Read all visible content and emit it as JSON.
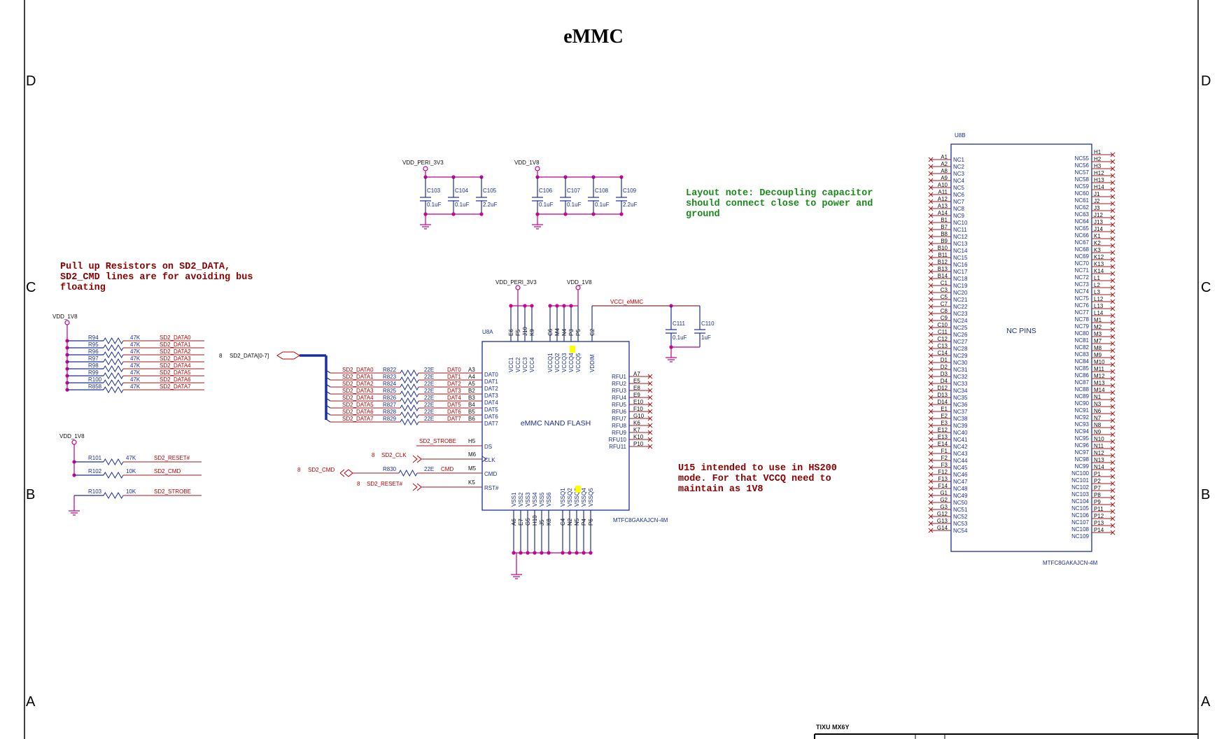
{
  "sheet": {
    "title": "eMMC",
    "zones_left": [
      "D",
      "C",
      "B",
      "A"
    ],
    "zones_right": [
      "D",
      "C",
      "B",
      "A"
    ],
    "title_block_label": "TIXU MX6Y"
  },
  "notes": {
    "pullup": [
      "Pull up Resistors on  SD2_DATA,",
      "SD2_CMD lines are for avoiding bus",
      "floating"
    ],
    "layout": [
      "Layout note: Decoupling capacitor",
      "should connect close to power and",
      "ground"
    ],
    "hs200": [
      "U15 intended to use in HS200",
      "mode. For that VCCQ need to",
      "maintain as 1V8"
    ]
  },
  "decoupling": {
    "left": {
      "rail": "VDD_PERI_3V3",
      "caps": [
        {
          "ref": "C103",
          "value": "0.1uF"
        },
        {
          "ref": "C104",
          "value": "0.1uF"
        },
        {
          "ref": "C105",
          "value": "2.2uF"
        }
      ]
    },
    "right": {
      "rail": "VDD_1V8",
      "caps": [
        {
          "ref": "C106",
          "value": "0.1uF"
        },
        {
          "ref": "C107",
          "value": "0.1uF"
        },
        {
          "ref": "C108",
          "value": "0.1uF"
        },
        {
          "ref": "C109",
          "value": "2.2uF"
        }
      ]
    }
  },
  "pullups_data": {
    "rail": "VDD_1V8",
    "rows": [
      {
        "ref": "R94",
        "value": "47K",
        "net": "SD2_DATA0"
      },
      {
        "ref": "R95",
        "value": "47K",
        "net": "SD2_DATA1"
      },
      {
        "ref": "R96",
        "value": "47K",
        "net": "SD2_DATA2"
      },
      {
        "ref": "R97",
        "value": "47K",
        "net": "SD2_DATA3"
      },
      {
        "ref": "R98",
        "value": "47K",
        "net": "SD2_DATA4"
      },
      {
        "ref": "R99",
        "value": "47K",
        "net": "SD2_DATA5"
      },
      {
        "ref": "R100",
        "value": "47K",
        "net": "SD2_DATA6"
      },
      {
        "ref": "R858",
        "value": "47K",
        "net": "SD2_DATA7"
      }
    ]
  },
  "pullups_ctrl": {
    "rail": "VDD_1V8",
    "rows": [
      {
        "ref": "R101",
        "value": "47K",
        "net": "SD2_RESET#"
      },
      {
        "ref": "R102",
        "value": "10K",
        "net": "SD2_CMD"
      },
      {
        "ref": "R103",
        "value": "10K",
        "net": "SD2_STROBE"
      }
    ]
  },
  "bus": {
    "sheet": "8",
    "label": "SD2_DATA[0-7]"
  },
  "u8a": {
    "ref": "U8A",
    "name": "eMMC NAND FLASH",
    "part": "MTFC8GAKAJCN-4M",
    "rail_peri": "VDD_PERI_3V3",
    "rail_1v8": "VDD_1V8",
    "vcci_net": "VCCI_eMMC",
    "vcci_caps": [
      {
        "ref": "C111",
        "value": "0.1uF"
      },
      {
        "ref": "C110",
        "value": "1uF"
      }
    ],
    "top_pins": [
      {
        "ball": "E6",
        "name": "VCC1"
      },
      {
        "ball": "F5",
        "name": "VCC2"
      },
      {
        "ball": "J10",
        "name": "VCC3"
      },
      {
        "ball": "K9",
        "name": "VCC4"
      },
      {
        "ball": "C6",
        "name": "VCCQ1"
      },
      {
        "ball": "M4",
        "name": "VCCQ2"
      },
      {
        "ball": "N4",
        "name": "VCCQ3"
      },
      {
        "ball": "P3",
        "name": "VCCQ4"
      },
      {
        "ball": "P5",
        "name": "VCCQ5"
      },
      {
        "ball": "C2",
        "name": "VDDIM"
      }
    ],
    "bottom_pins": [
      {
        "ball": "A6",
        "name": "VSS1"
      },
      {
        "ball": "E7",
        "name": "VSS2"
      },
      {
        "ball": "G5",
        "name": "VSS3"
      },
      {
        "ball": "H10",
        "name": "VSS4"
      },
      {
        "ball": "J5",
        "name": "VSS5"
      },
      {
        "ball": "K8",
        "name": "VSS6"
      },
      {
        "ball": "C4",
        "name": "VSSQ1"
      },
      {
        "ball": "N2",
        "name": "VSSQ2"
      },
      {
        "ball": "N5",
        "name": "VSSQ3"
      },
      {
        "ball": "P4",
        "name": "VSSQ4"
      },
      {
        "ball": "P6",
        "name": "VSSQ5"
      }
    ],
    "data_pins": [
      {
        "net": "SD2_DATA0",
        "ref": "R822",
        "value": "22E",
        "sig": "DAT0",
        "ball": "A3",
        "pin": "DAT0"
      },
      {
        "net": "SD2_DATA1",
        "ref": "R823",
        "value": "22E",
        "sig": "DAT1",
        "ball": "A4",
        "pin": "DAT1"
      },
      {
        "net": "SD2_DATA2",
        "ref": "R824",
        "value": "22E",
        "sig": "DAT2",
        "ball": "A5",
        "pin": "DAT2"
      },
      {
        "net": "SD2_DATA3",
        "ref": "R825",
        "value": "22E",
        "sig": "DAT3",
        "ball": "B2",
        "pin": "DAT3"
      },
      {
        "net": "SD2_DATA4",
        "ref": "R826",
        "value": "22E",
        "sig": "DAT4",
        "ball": "B3",
        "pin": "DAT4"
      },
      {
        "net": "SD2_DATA5",
        "ref": "R827",
        "value": "22E",
        "sig": "DAT5",
        "ball": "B4",
        "pin": "DAT5"
      },
      {
        "net": "SD2_DATA6",
        "ref": "R828",
        "value": "22E",
        "sig": "DAT6",
        "ball": "B5",
        "pin": "DAT6"
      },
      {
        "net": "SD2_DATA7",
        "ref": "R829",
        "value": "22E",
        "sig": "DAT7",
        "ball": "B6",
        "pin": "DAT7"
      }
    ],
    "ctrl_pins": [
      {
        "net": "SD2_STROBE",
        "ball": "H5",
        "pin": "DS"
      },
      {
        "net": "SD2_CLK",
        "sheet": "8",
        "ball": "M6",
        "pin": "CLK"
      },
      {
        "net": "SD2_CMD",
        "sheet": "8",
        "ref": "R830",
        "value": "22E",
        "sig": "CMD",
        "ball": "M5",
        "pin": "CMD"
      },
      {
        "net": "SD2_RESET#",
        "sheet": "8",
        "ball": "K5",
        "pin": "RST#"
      }
    ],
    "rfu_pins": [
      {
        "pin": "RFU1",
        "ball": "A7"
      },
      {
        "pin": "RFU2",
        "ball": "E5"
      },
      {
        "pin": "RFU3",
        "ball": "E8"
      },
      {
        "pin": "RFU4",
        "ball": "E9"
      },
      {
        "pin": "RFU5",
        "ball": "E10"
      },
      {
        "pin": "RFU6",
        "ball": "F10"
      },
      {
        "pin": "RFU7",
        "ball": "G10"
      },
      {
        "pin": "RFU8",
        "ball": "K6"
      },
      {
        "pin": "RFU9",
        "ball": "K7"
      },
      {
        "pin": "RFU10",
        "ball": "K10"
      },
      {
        "pin": "RFU11",
        "ball": "P10"
      }
    ]
  },
  "u8b": {
    "ref": "U8B",
    "name": "NC PINS",
    "part": "MTFC8GAKAJCN-4M",
    "left_balls": [
      "A1",
      "A2",
      "A8",
      "A9",
      "A10",
      "A11",
      "A12",
      "A13",
      "A14",
      "B1",
      "B7",
      "B8",
      "B9",
      "B10",
      "B11",
      "B12",
      "B13",
      "B14",
      "C1",
      "C3",
      "C5",
      "C7",
      "C8",
      "C9",
      "C10",
      "C11",
      "C12",
      "C13",
      "C14",
      "D1",
      "D2",
      "D3",
      "D4",
      "D12",
      "D13",
      "D14",
      "E1",
      "E2",
      "E3",
      "E12",
      "E13",
      "E14",
      "F1",
      "F2",
      "F3",
      "F12",
      "F13",
      "F14",
      "G1",
      "G2",
      "G3",
      "G12",
      "G13",
      "G14"
    ],
    "left_pins": [
      "NC1",
      "NC2",
      "NC3",
      "NC4",
      "NC5",
      "NC6",
      "NC7",
      "NC8",
      "NC9",
      "NC10",
      "NC11",
      "NC12",
      "NC13",
      "NC14",
      "NC15",
      "NC16",
      "NC17",
      "NC18",
      "NC19",
      "NC20",
      "NC21",
      "NC22",
      "NC23",
      "NC24",
      "NC25",
      "NC26",
      "NC27",
      "NC28",
      "NC29",
      "NC30",
      "NC31",
      "NC32",
      "NC33",
      "NC34",
      "NC35",
      "NC36",
      "NC37",
      "NC38",
      "NC39",
      "NC40",
      "NC41",
      "NC42",
      "NC43",
      "NC44",
      "NC45",
      "NC46",
      "NC47",
      "NC48",
      "NC49",
      "NC50",
      "NC51",
      "NC52",
      "NC53",
      "NC54"
    ],
    "right_pins": [
      "NC55",
      "NC56",
      "NC57",
      "NC58",
      "NC59",
      "NC60",
      "NC61",
      "NC62",
      "NC63",
      "NC64",
      "NC65",
      "NC66",
      "NC67",
      "NC68",
      "NC69",
      "NC70",
      "NC71",
      "NC72",
      "NC73",
      "NC74",
      "NC75",
      "NC76",
      "NC77",
      "NC78",
      "NC79",
      "NC80",
      "NC81",
      "NC82",
      "NC83",
      "NC84",
      "NC85",
      "NC86",
      "NC87",
      "NC88",
      "NC89",
      "NC90",
      "NC91",
      "NC92",
      "NC93",
      "NC94",
      "NC95",
      "NC96",
      "NC97",
      "NC98",
      "NC99",
      "NC100",
      "NC101",
      "NC102",
      "NC103",
      "NC104",
      "NC105",
      "NC106",
      "NC107",
      "NC108",
      "NC109"
    ],
    "right_balls": [
      "H1",
      "H2",
      "H3",
      "H12",
      "H13",
      "H14",
      "J1",
      "J2",
      "J3",
      "J12",
      "J13",
      "J14",
      "K1",
      "K2",
      "K3",
      "K12",
      "K13",
      "K14",
      "L1",
      "L2",
      "L3",
      "L12",
      "L13",
      "L14",
      "M1",
      "M2",
      "M3",
      "M7",
      "M8",
      "M9",
      "M10",
      "M11",
      "M12",
      "M13",
      "M14",
      "N1",
      "N3",
      "N6",
      "N7",
      "N8",
      "N9",
      "N10",
      "N11",
      "N12",
      "N13",
      "N14",
      "P1",
      "P2",
      "P7",
      "P8",
      "P9",
      "P11",
      "P12",
      "P13",
      "P14"
    ]
  },
  "colors": {
    "wire": "#1a2f9e",
    "net_label": "#c00000",
    "power_net": "#c00080",
    "note_red": "#8b0000",
    "note_green": "#1a8a1a",
    "highlight": "#ffff00"
  }
}
